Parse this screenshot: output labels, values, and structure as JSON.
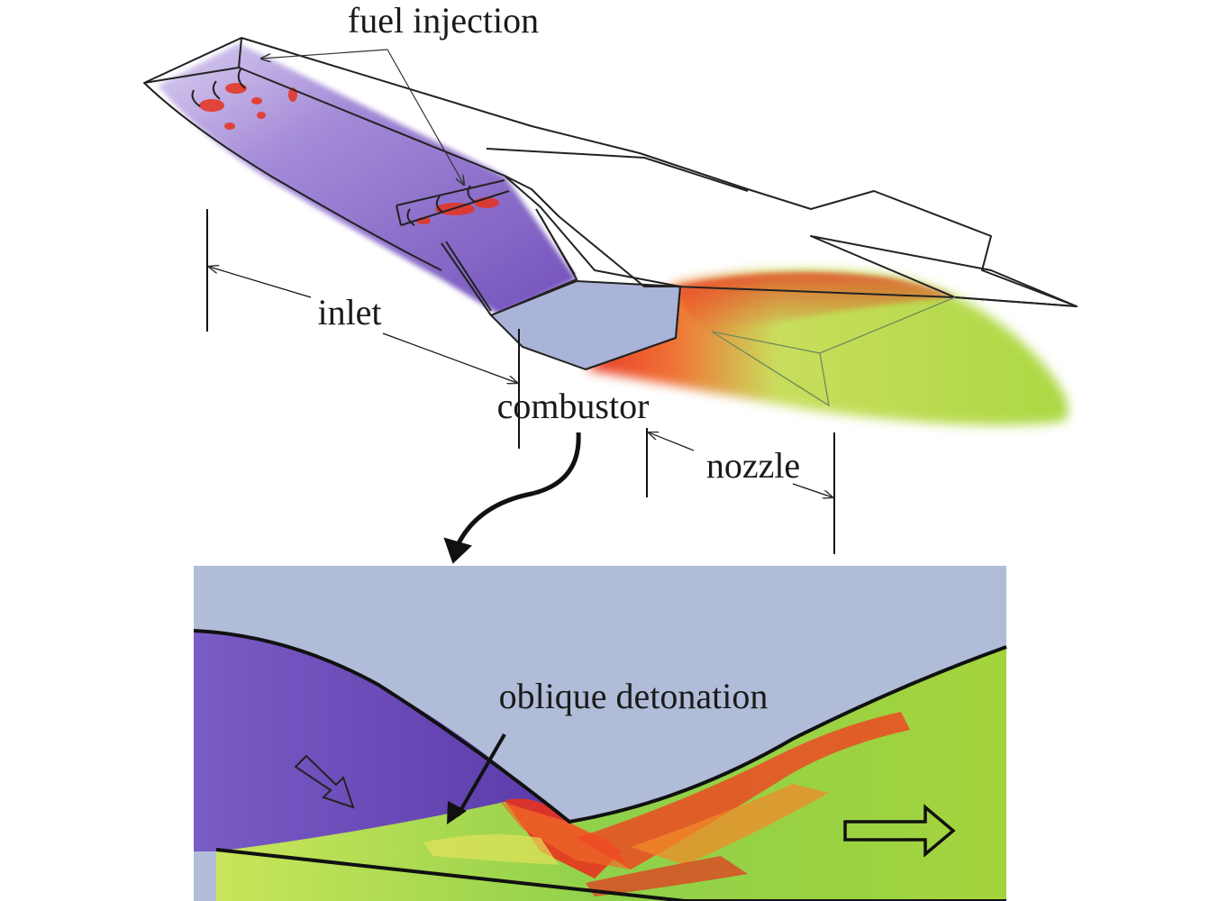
{
  "labels": {
    "fuel_injection": "fuel injection",
    "inlet": "inlet",
    "combustor": "combustor",
    "nozzle": "nozzle",
    "oblique_detonation": "oblique detonation"
  },
  "colors": {
    "inlet_flow": "#7b5cc4",
    "detonation": "#e8321e",
    "exhaust": "#a8d63a",
    "engine_wall": "#aab4d8"
  },
  "icons": {
    "flow_in_arrow": "hollow-arrow-down-right",
    "flow_out_arrow": "hollow-arrow-right"
  }
}
